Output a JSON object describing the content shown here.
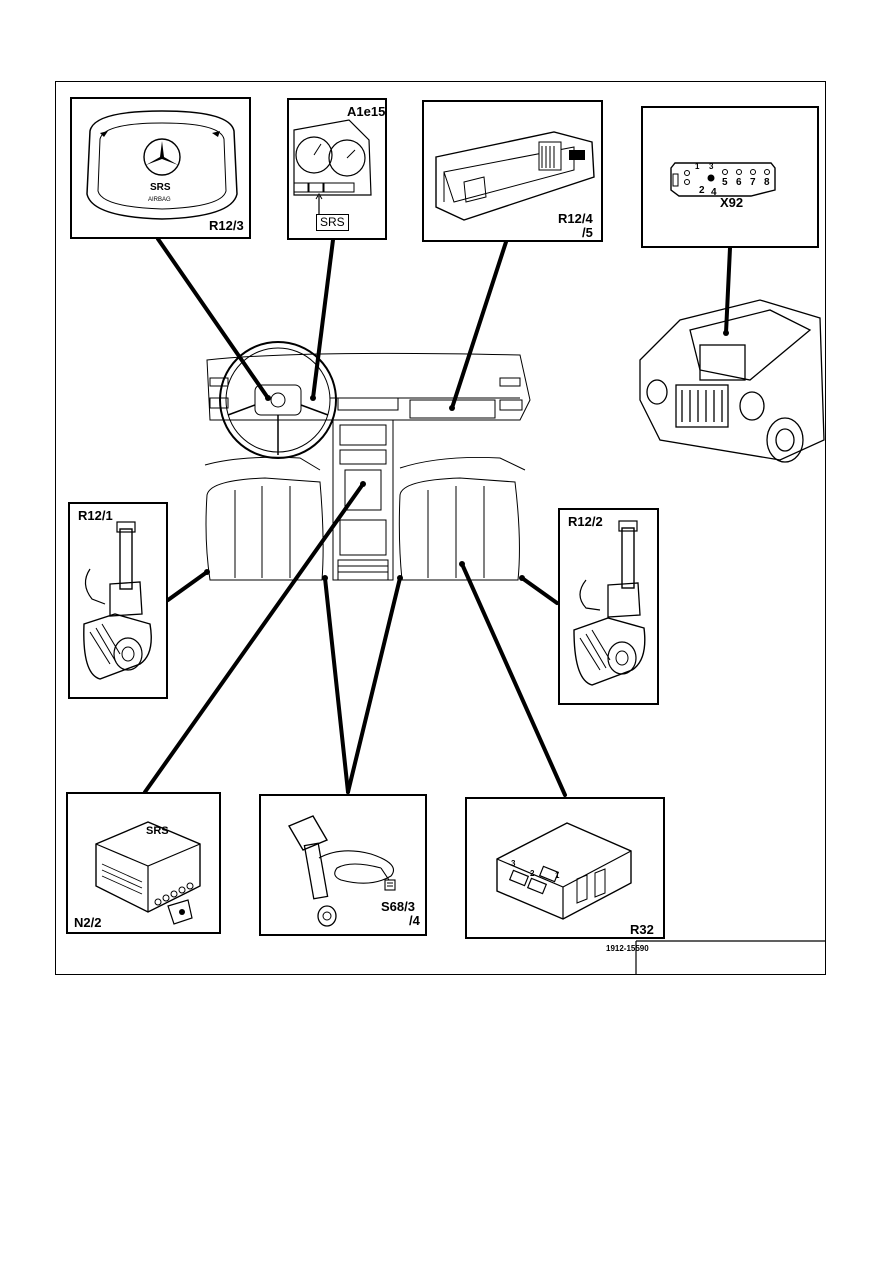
{
  "components": {
    "airbag_steering_wheel": {
      "label": "R12/3",
      "emblem_text": "SRS",
      "emblem_subtext": "AIRBAG"
    },
    "instrument_cluster": {
      "label": "A1e15",
      "indicator_text": "SRS"
    },
    "passenger_airbag": {
      "label_line1": "R12/4",
      "label_line2": "/5"
    },
    "diagnostic_socket": {
      "label": "X92",
      "pins_top": [
        "1",
        "3"
      ],
      "pins_bottom": [
        "2",
        "4",
        "5",
        "6",
        "7",
        "8"
      ]
    },
    "tensioner_left": {
      "label": "R12/1"
    },
    "tensioner_right": {
      "label": "R12/2"
    },
    "control_unit": {
      "label": "N2/2",
      "unit_text": "SRS"
    },
    "buckle_switch": {
      "label_line1": "S68/3",
      "label_line2": "/4"
    },
    "connector": {
      "label": "R32",
      "pins": [
        "3",
        "2",
        "1"
      ]
    }
  },
  "reference_number": "1912-15590"
}
